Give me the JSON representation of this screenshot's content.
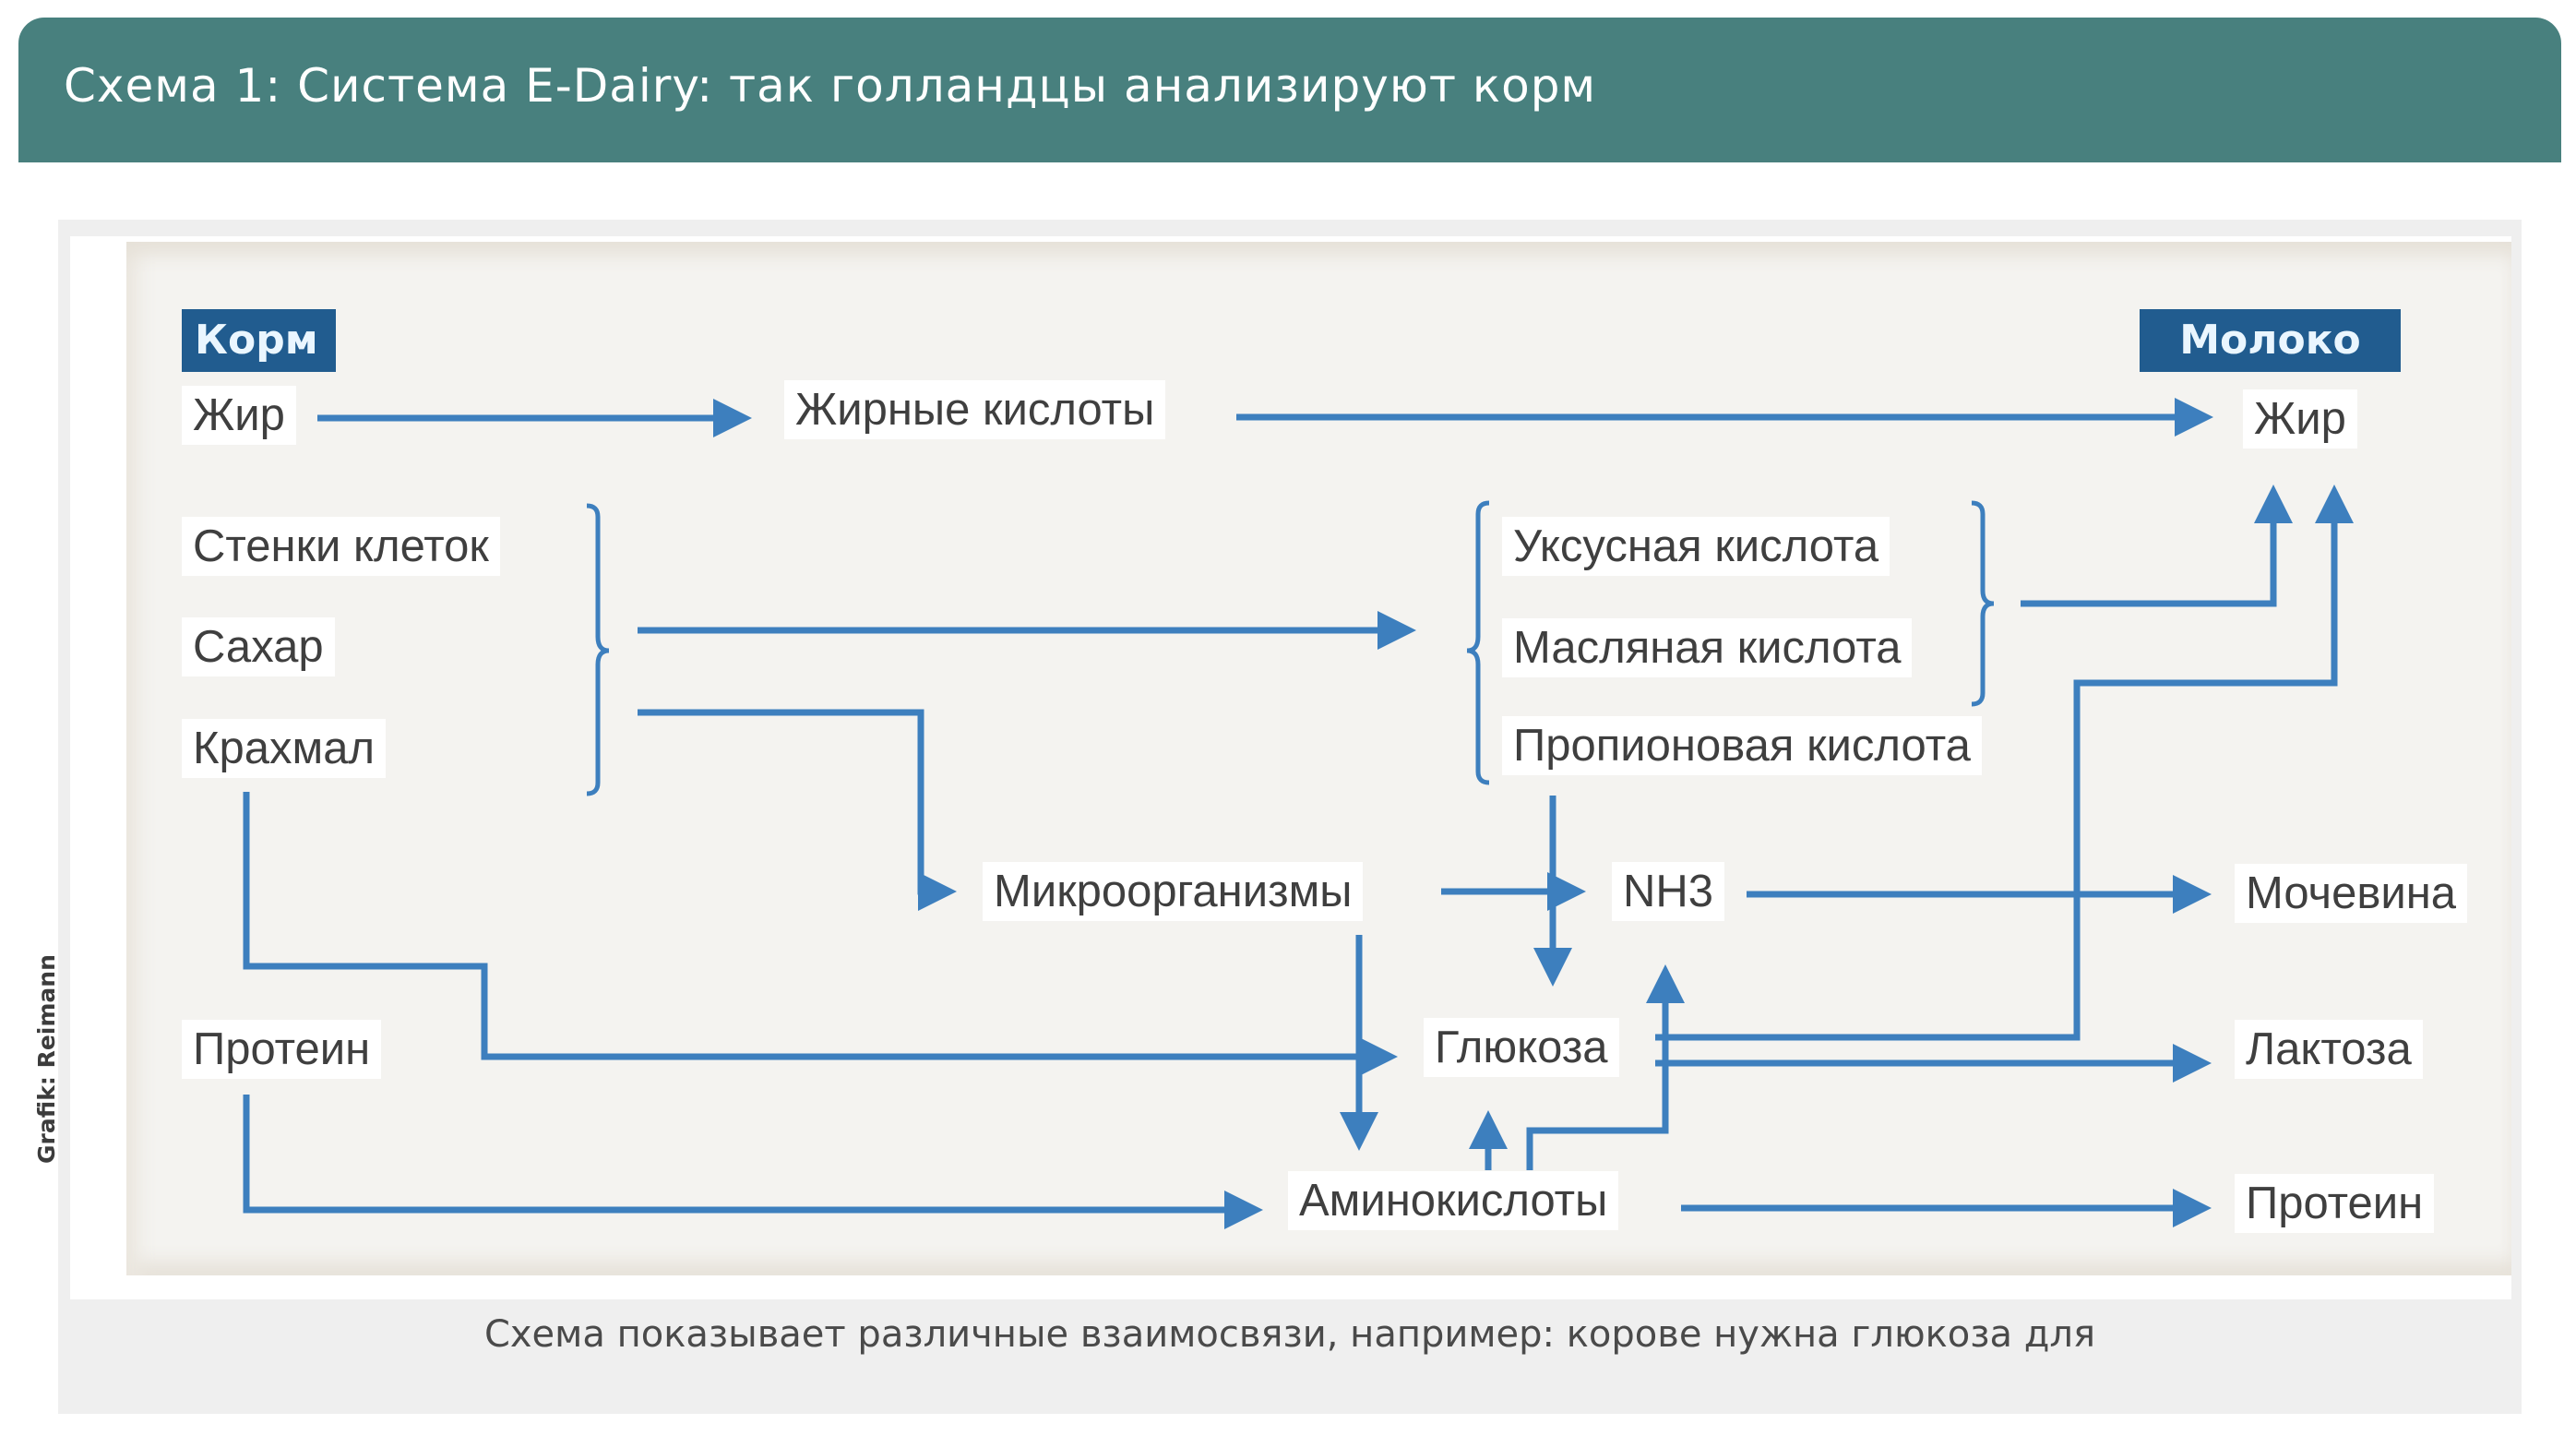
{
  "header": {
    "title": "Схема 1: Система E-Dairy: так голландцы анализируют корм"
  },
  "diagram": {
    "credit": "Grafik: Reimann",
    "colors": {
      "banner": "#48807e",
      "arrow": "#3d7fbe",
      "section_header": "#215c8f"
    },
    "feed_header": "Корм",
    "milk_header": "Молоко",
    "feed": {
      "fat": "Жир",
      "cell_walls": "Стенки клеток",
      "sugar": "Сахар",
      "starch": "Крахмал",
      "protein": "Протеин"
    },
    "intermediate": {
      "fatty_acids": "Жирные кислоты",
      "acetic_acid": "Уксусная кислота",
      "butyric_acid": "Масляная кислота",
      "propionic_acid": "Пропионовая кислота",
      "microorganisms": "Микроорганизмы",
      "nh3": "NH3",
      "glucose": "Глюкоза",
      "amino_acids": "Аминокислоты"
    },
    "milk": {
      "fat": "Жир",
      "urea": "Мочевина",
      "lactose": "Лактоза",
      "protein": "Протеин"
    },
    "flows": [
      [
        "Жир",
        "Жирные кислоты"
      ],
      [
        "Жирные кислоты",
        "Жир (молоко)"
      ],
      [
        "Стенки клеток / Сахар / Крахмал",
        "Уксусная / Масляная / Пропионовая кислота"
      ],
      [
        "Стенки клеток / Сахар / Крахмал",
        "Микроорганизмы"
      ],
      [
        "Крахмал",
        "Глюкоза"
      ],
      [
        "Протеин",
        "Аминокислоты"
      ],
      [
        "Уксусная / Масляная кислота",
        "Жир (молоко)"
      ],
      [
        "Пропионовая кислота",
        "Глюкоза"
      ],
      [
        "Микроорганизмы",
        "NH3"
      ],
      [
        "Микроорганизмы",
        "Аминокислоты"
      ],
      [
        "NH3",
        "Мочевина"
      ],
      [
        "Аминокислоты",
        "Глюкоза"
      ],
      [
        "Аминокислоты",
        "NH3"
      ],
      [
        "Глюкоза",
        "Жир (молоко)"
      ],
      [
        "Глюкоза",
        "Лактоза"
      ],
      [
        "Аминокислоты",
        "Протеин (молоко)"
      ]
    ]
  },
  "caption": "Схема показывает различные взаимосвязи, например: корове нужна глюкоза для"
}
